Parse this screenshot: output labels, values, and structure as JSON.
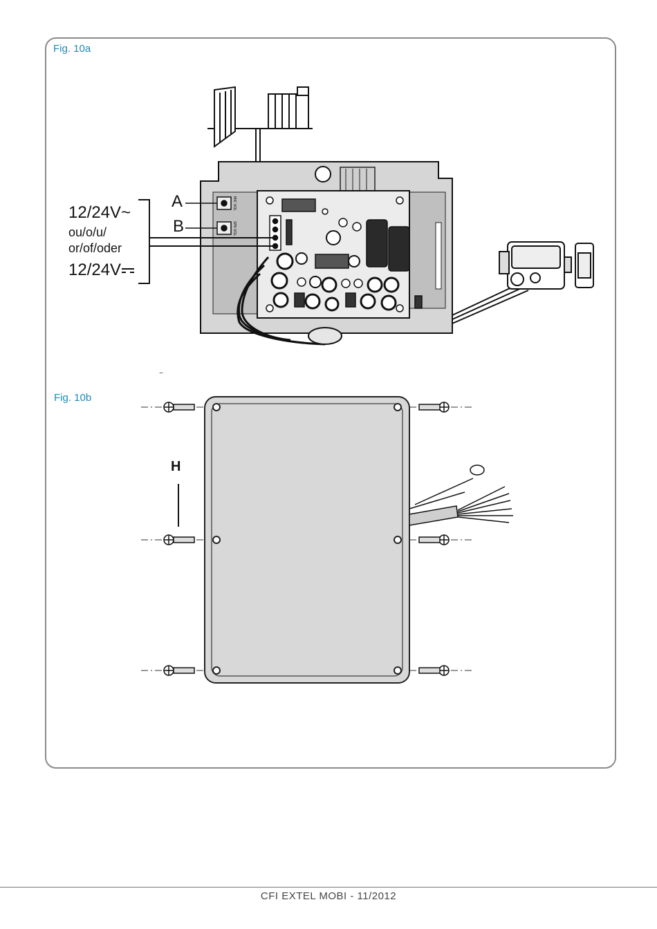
{
  "figures": {
    "fig_a_label": "Fig. 10a",
    "fig_b_label": "Fig. 10b"
  },
  "wiring": {
    "ac_voltage": "12/24V~",
    "or_line1": "ou/o/u/",
    "or_line2": "or/of/oder",
    "dc_voltage": "12/24V",
    "callout_a": "A",
    "callout_b": "B",
    "board_label_a": "MIC VOL",
    "board_label_b": "SPK VOL"
  },
  "mounting": {
    "height_label": "H"
  },
  "footer": {
    "text": "CFI EXTEL  MOBI - 11/2012"
  },
  "colors": {
    "figure_label": "#1a8ab8",
    "frame": "#8a8a8a",
    "housing": "#d6d6d6"
  }
}
